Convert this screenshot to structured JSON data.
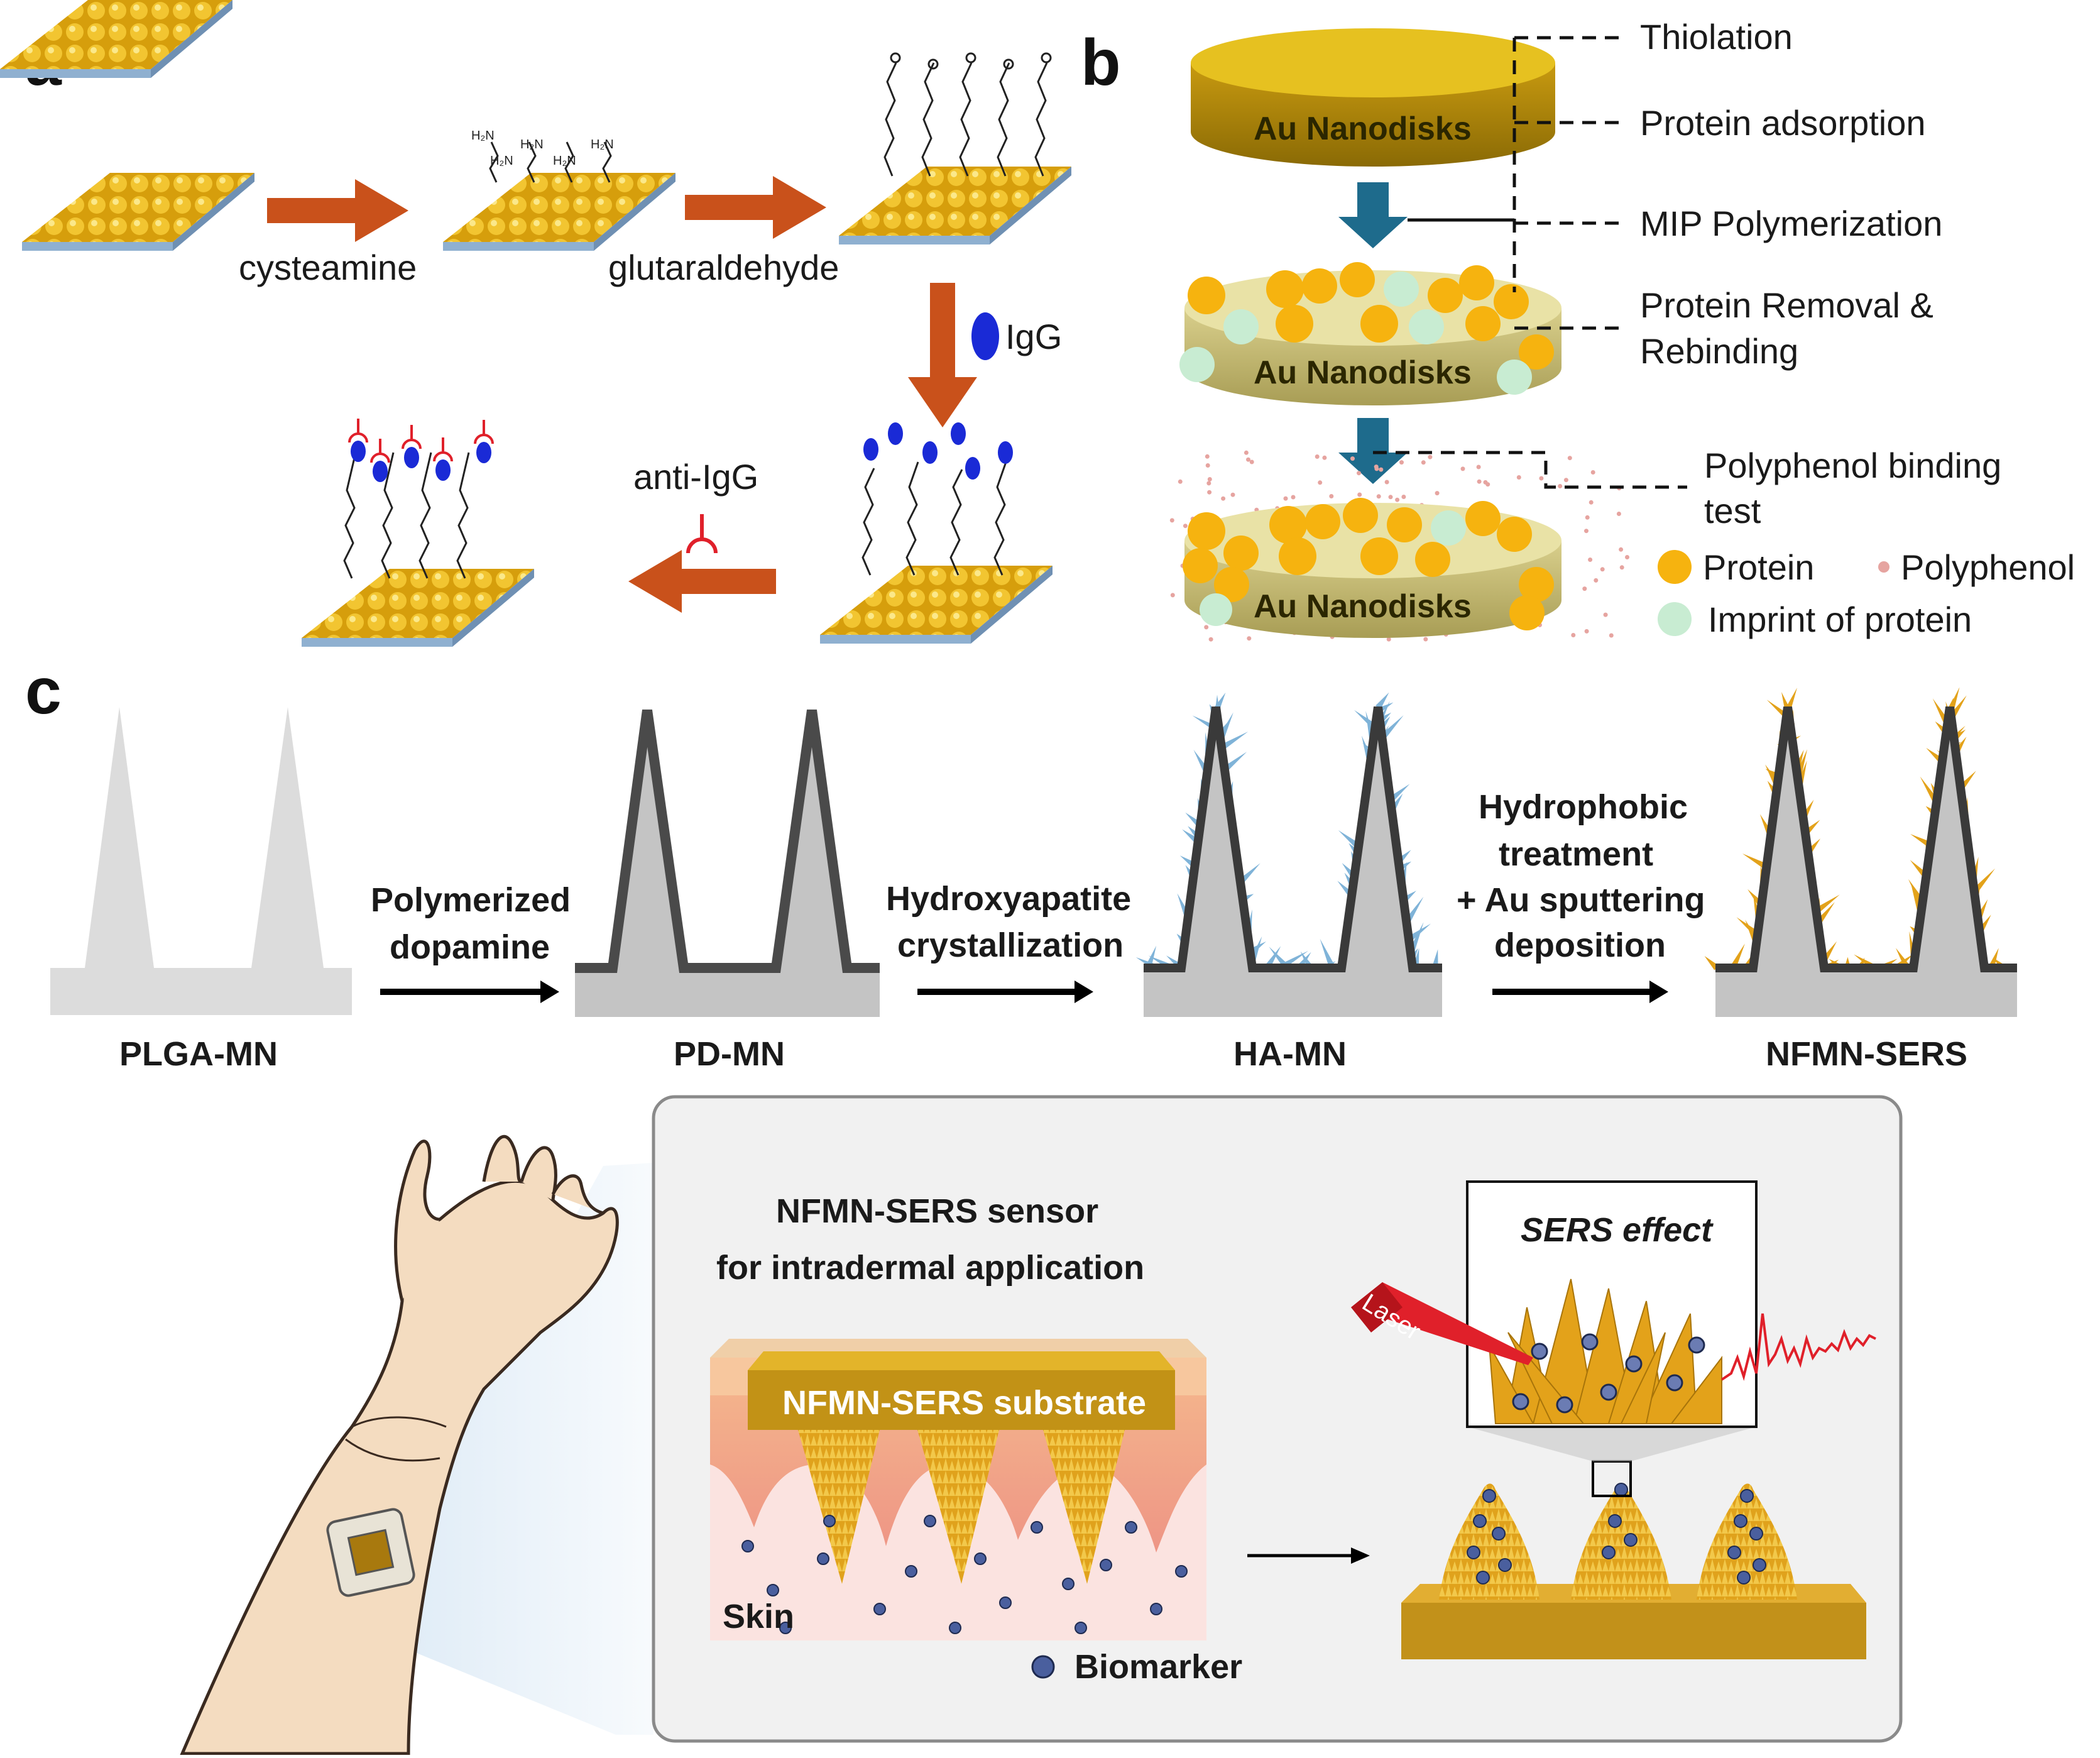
{
  "panels": {
    "a": "a",
    "b": "b",
    "c": "c"
  },
  "panel_a": {
    "step1": "cysteamine",
    "step2": "glutaraldehyde",
    "step3": "IgG",
    "step4": "anti-IgG"
  },
  "panel_b": {
    "disk_label": "Au Nanodisks",
    "steps": [
      "Thiolation",
      "Protein adsorption",
      "MIP Polymerization",
      "Protein Removal &",
      "Rebinding",
      "Polyphenol binding",
      "test"
    ],
    "legend": {
      "protein": "Protein",
      "polyphenol": "Polyphenol",
      "imprint": "Imprint of protein"
    }
  },
  "panel_c": {
    "stages": [
      "PLGA-MN",
      "PD-MN",
      "HA-MN",
      "NFMN-SERS"
    ],
    "arrow1": [
      "Polymerized",
      "dopamine"
    ],
    "arrow2": [
      "Hydroxyapatite",
      "crystallization"
    ],
    "arrow3": [
      "Hydrophobic",
      "treatment",
      "+ Au sputtering",
      "deposition"
    ],
    "box_title": [
      "NFMN-SERS sensor",
      "for intradermal application"
    ],
    "substrate": "NFMN-SERS substrate",
    "skin": "Skin",
    "biomarker": "Biomarker",
    "sers_effect": "SERS effect",
    "laser": "Laser"
  },
  "colors": {
    "gold": "#e3b417",
    "protein": "#f6b30f",
    "imprint": "#c8ecd2",
    "arrow_orange": "#c9511b",
    "arrow_teal": "#1e6b8c",
    "ha_blue": "#7fb3d8",
    "biomarker": "#4a5f9e"
  }
}
